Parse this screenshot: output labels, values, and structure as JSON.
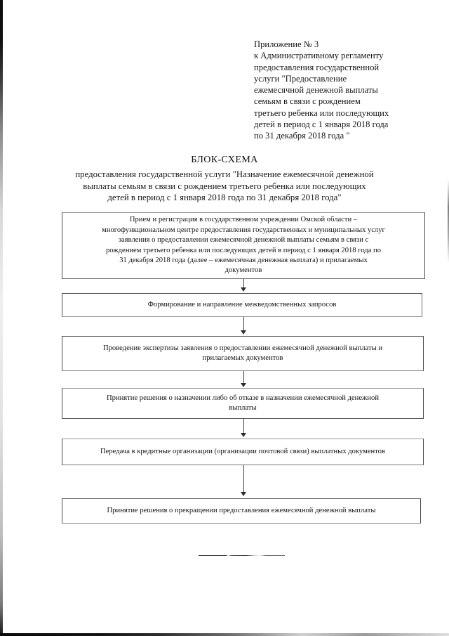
{
  "header": {
    "lines": [
      "Приложение № 3",
      "к Административному регламенту",
      "предоставления государственной",
      "услуги \"Предоставление",
      "ежемесячной денежной выплаты",
      "семьям в связи с рождением",
      "третьего ребенка или последующих",
      "детей в период с 1 января 2018 года",
      "по 31 декабря 2018 года \""
    ]
  },
  "title": {
    "heading": "БЛОК-СХЕМА",
    "subtitle_lines": [
      "предоставления государственной услуги \"Назначение ежемесячной денежной",
      "выплаты семьям в связи с рождением третьего ребенка или последующих",
      "детей в период с 1 января 2018 года по 31 декабря 2018 года\""
    ]
  },
  "flowchart": {
    "type": "flowchart",
    "orientation": "vertical",
    "connector_style": "arrow-down",
    "steps": [
      {
        "index": 1,
        "lines": [
          "Прием и регистрация в государственном учреждении Омской области –",
          "многофункциональном центре предоставления государственных и муниципальных услуг",
          "заявления о предоставлении ежемесячной денежной выплаты семьям в связи с",
          "рождением третьего ребенка или последующих детей в период с 1 января 2018 года по",
          "31 декабря 2018 года (далее – ежемесячная денежная выплата) и прилагаемых",
          "документов"
        ]
      },
      {
        "index": 2,
        "lines": [
          "Формирование и направление межведомственных запросов"
        ]
      },
      {
        "index": 3,
        "lines": [
          "Проведение экспертизы заявления о предоставлении ежемесячной денежной выплаты и",
          "прилагаемых документов"
        ]
      },
      {
        "index": 4,
        "lines": [
          "Принятие решения о назначении либо об отказе в назначении ежемесячной денежной",
          "выплаты"
        ]
      },
      {
        "index": 5,
        "lines": [
          "Передача в кредитные организации (организации почтовой связи) выплатных документов"
        ]
      },
      {
        "index": 6,
        "lines": [
          "Принятие решения о прекращении предоставления ежемесячной денежной выплаты"
        ]
      }
    ]
  },
  "footer": {
    "rule": "horizontal-rule"
  },
  "colors": {
    "page_background": "#ffffff",
    "text": "#141414",
    "box_border": "#4a4a4a",
    "connector": "#3d3d3d"
  }
}
